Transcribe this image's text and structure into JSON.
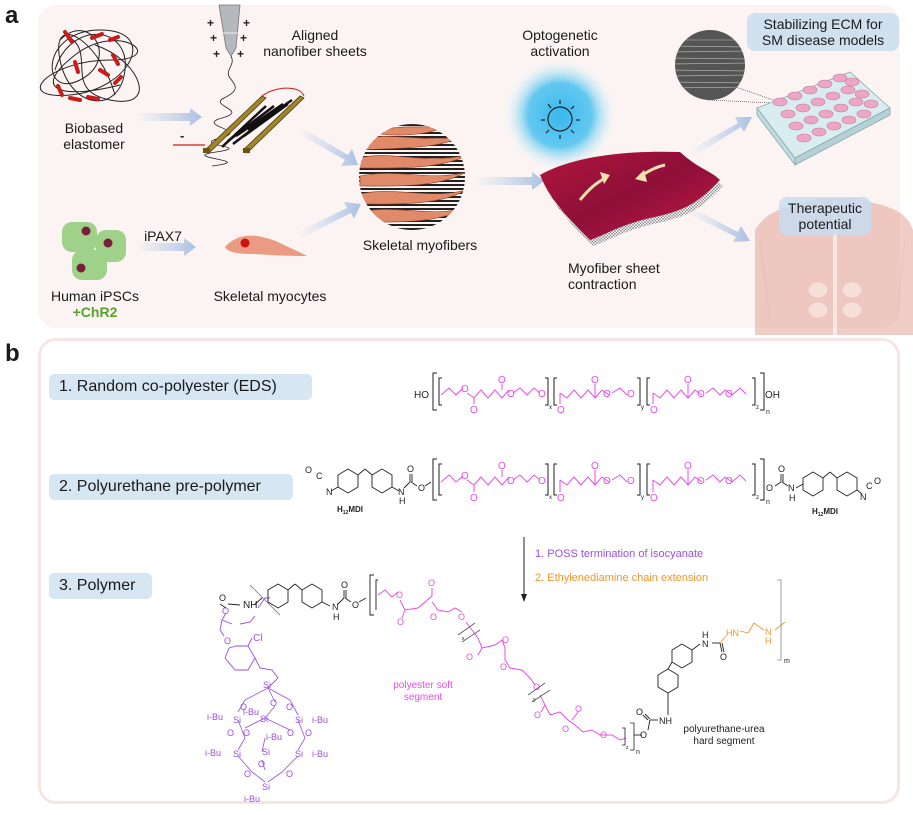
{
  "panels": {
    "a": {
      "letter": "a",
      "labels": {
        "biobased_elastomer": [
          "Biobased",
          "elastomer"
        ],
        "aligned_nanofiber_sheets": [
          "Aligned",
          "nanofiber sheets"
        ],
        "optogenetic_activation": [
          "Optogenetic",
          "activation"
        ],
        "stabilizing_ecm": [
          "Stabilizing ECM for",
          "SM disease models"
        ],
        "skeletal_myofibers": "Skeletal myofibers",
        "myofiber_sheet_contraction": [
          "Myofiber sheet",
          "contraction"
        ],
        "therapeutic_potential": [
          "Therapeutic",
          "potential"
        ],
        "human_ipscs": "Human iPSCs",
        "chr2": "+ChR2",
        "ipax7": "iPAX7",
        "skeletal_myocytes": "Skeletal myocytes",
        "electrode_minus": "-",
        "electrode_plus": "+"
      }
    },
    "b": {
      "letter": "b",
      "steps": [
        {
          "label": "1. Random co-polyester (EDS)"
        },
        {
          "label": "2. Polyurethane pre-polymer"
        },
        {
          "label": "3. Polymer"
        }
      ],
      "reaction_conditions": [
        {
          "text": "1. POSS termination of isocyanate",
          "color": "#9b4fe0"
        },
        {
          "text": "2. Ethylenediamine chain extension",
          "color": "#f0952e"
        }
      ],
      "structure_labels": {
        "ho": "HO",
        "oh": "OH",
        "h12mdi": "H",
        "h12mdi_sub": "12",
        "h12mdi_rest": "MDI",
        "sub_x": "x",
        "sub_y": "y",
        "sub_z": "z",
        "sub_n": "n",
        "sub_m": "m",
        "polyester_soft_segment": [
          "polyester soft",
          "segment"
        ],
        "polyurethane_urea_hard_segment": [
          "polyurethane-urea",
          "hard segment"
        ],
        "ibu": "i-Bu",
        "si": "Si",
        "cl": "Cl",
        "nh": "NH",
        "hn": "HN",
        "o": "O",
        "n": "N",
        "h": "H",
        "c": "C"
      }
    }
  },
  "colors": {
    "polyester": "#e84de8",
    "poss": "#9b4fe0",
    "ethylenediamine": "#f0952e",
    "chr2": "#5aa02c",
    "label_bg": "#d7e6f3",
    "panel_a_bg": "#fbf4f2",
    "panel_b_border": "#f5e6e3"
  }
}
